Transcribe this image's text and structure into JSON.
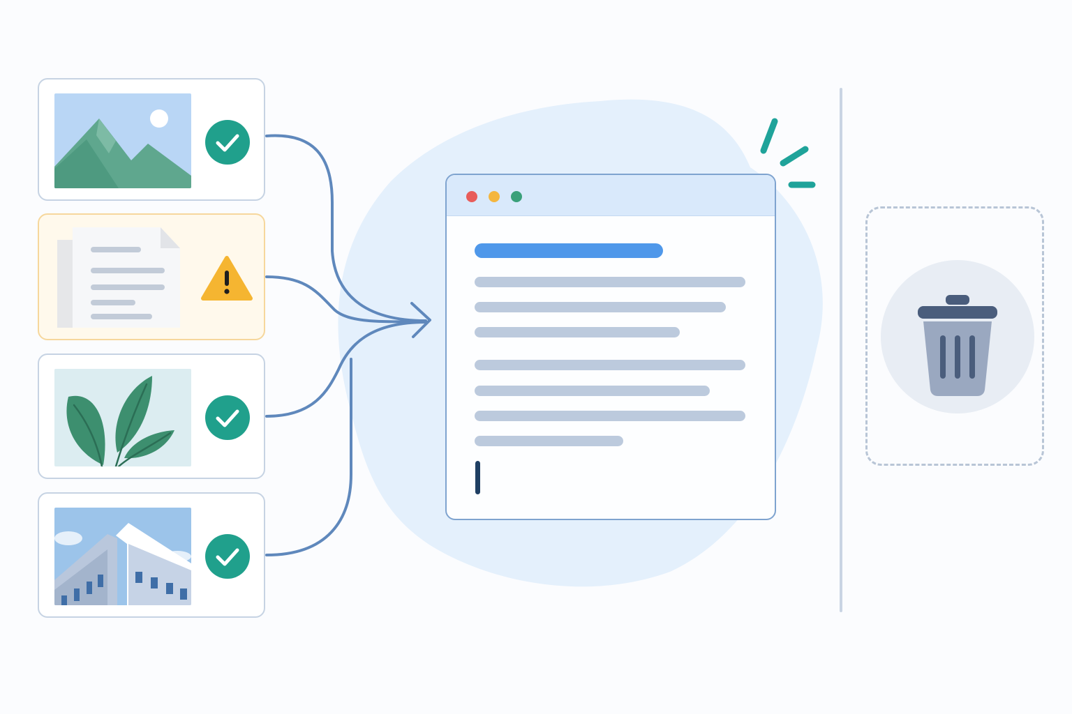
{
  "sources": [
    {
      "name": "mountain-image",
      "status": "ok",
      "icon": "check-icon"
    },
    {
      "name": "document-file",
      "status": "warning",
      "icon": "warning-icon"
    },
    {
      "name": "leaf-image",
      "status": "ok",
      "icon": "check-icon"
    },
    {
      "name": "building-image",
      "status": "ok",
      "icon": "check-icon"
    }
  ],
  "editor": {
    "window_buttons": [
      "close",
      "minimize",
      "maximize"
    ],
    "window_button_colors": [
      "#e85c5a",
      "#f4b63f",
      "#3aa07a"
    ],
    "heading_color": "#4f98ea",
    "paragraph_line_count": 7
  },
  "trash": {
    "icon": "trash-icon"
  },
  "colors": {
    "accent": "#4f98ea",
    "success": "#20a08c",
    "warning": "#f5b531",
    "connector": "#5f88bc",
    "sparkle": "#1fa39a",
    "blob": "#e4f0fc"
  }
}
